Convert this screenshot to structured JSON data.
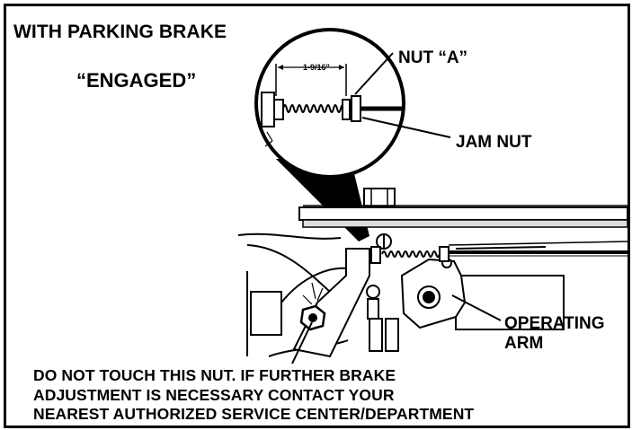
{
  "title": "WITH PARKING BRAKE",
  "state": "“ENGAGED”",
  "callouts": {
    "nut_a": "NUT  “A”",
    "jam_nut": "JAM NUT",
    "operating_arm": [
      "OPERATING",
      "ARM"
    ]
  },
  "dimension": "1-9/16\"",
  "notice": [
    "DO NOT TOUCH THIS NUT.  IF FURTHER BRAKE",
    "ADJUSTMENT IS NECESSARY CONTACT YOUR",
    "NEAREST AUTHORIZED SERVICE CENTER/DEPARTMENT"
  ],
  "colors": {
    "ink": "#000000",
    "paper": "#ffffff",
    "shade": "#555555"
  }
}
